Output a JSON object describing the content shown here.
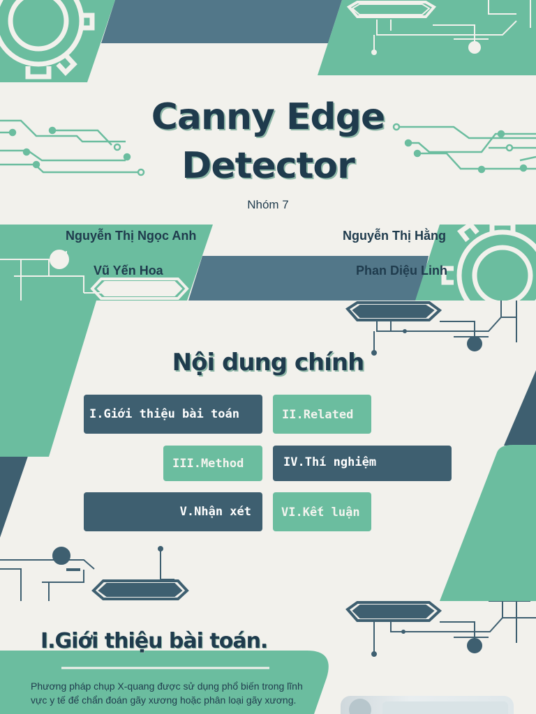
{
  "slide1": {
    "title_line1": "Canny Edge",
    "title_line2": "Detector",
    "subtitle": "Nhóm 7",
    "members": [
      "Nguyễn Thị Ngọc Anh",
      "Nguyễn Thị Hằng",
      "Vũ Yến Hoa",
      "Phan Diệu Linh"
    ]
  },
  "slide2": {
    "title": "Nội dung chính",
    "items": [
      {
        "label": "I.Giới thiệu bài toán",
        "style": "dark"
      },
      {
        "label": "II.Related",
        "style": "light"
      },
      {
        "label": "III.Method",
        "style": "light"
      },
      {
        "label": "IV.Thí nghiệm",
        "style": "dark"
      },
      {
        "label": "V.Nhận xét",
        "style": "dark"
      },
      {
        "label": "VI.Kết luận",
        "style": "light"
      }
    ]
  },
  "slide3": {
    "title": "I.Giới thiệu bài toán.",
    "body": "Phương pháp chụp X-quang được sử dụng phổ biến trong lĩnh vực y tế để chẩn đoán gãy xương hoặc phân loại gãy xương."
  },
  "colors": {
    "background": "#f2f1ec",
    "accent_green": "#6bbd9f",
    "accent_dark": "#3e5f70",
    "text": "#1f3b4d"
  },
  "icons": [
    "gear-icon",
    "circuit-board-icon",
    "circuit-lines-icon"
  ]
}
